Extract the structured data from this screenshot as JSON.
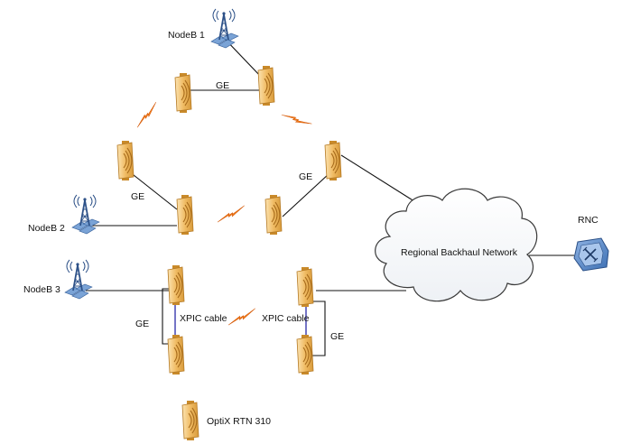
{
  "labels": {
    "nodeb1": "NodeB 1",
    "nodeb2": "NodeB 2",
    "nodeb3": "NodeB 3",
    "rnc": "RNC",
    "cloud": "Regional Backhaul Network",
    "ge_top": "GE",
    "ge_mid_left": "GE",
    "ge_mid_right": "GE",
    "ge_bottom_left": "GE",
    "ge_bottom_right": "GE",
    "xpic_left": "XPIC cable",
    "xpic_right": "XPIC cable",
    "legend": "OptiX RTN 310"
  },
  "colors": {
    "odu_body": "#f3c57a",
    "odu_dark": "#c98a2a",
    "tower_blue": "#4a7fbf",
    "lightning_orange": "#f5821f",
    "xpic_blue": "#2a2aa8",
    "cloud_outline": "#3a3a3a"
  }
}
